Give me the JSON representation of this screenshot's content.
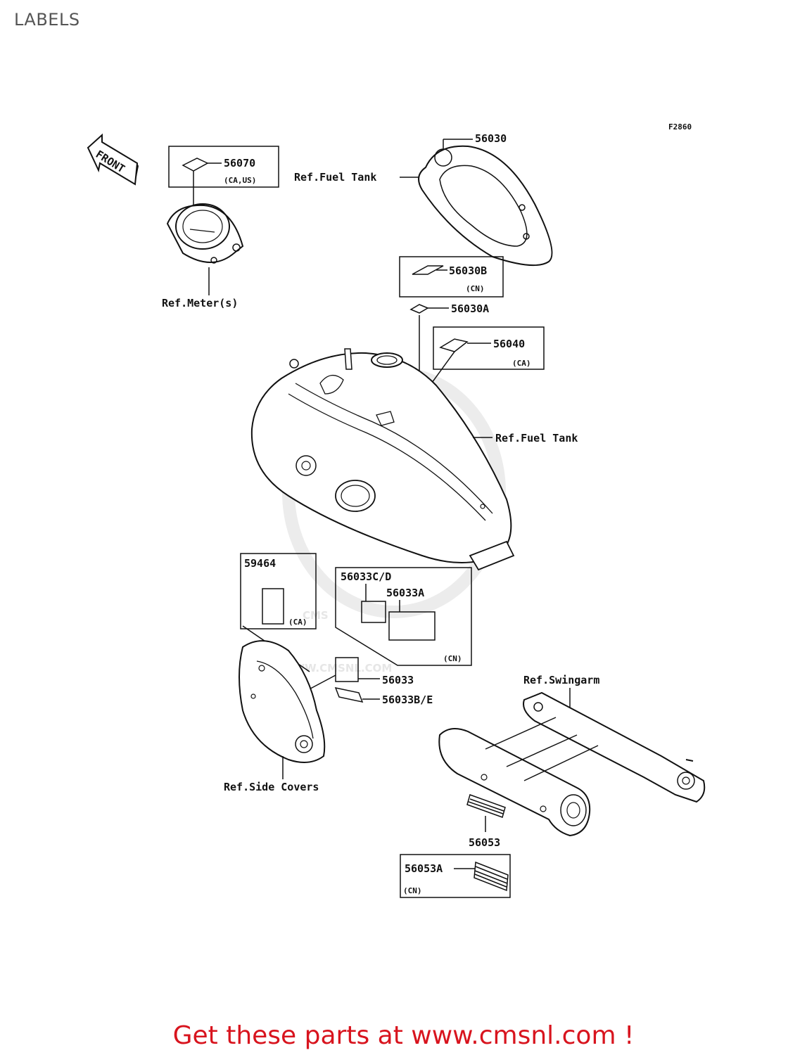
{
  "page": {
    "title": "LABELS"
  },
  "diagram": {
    "figure_code": "F2860",
    "front_label": "FRONT",
    "watermark": {
      "main": "CMS",
      "url": "WWW.CMSNL.COM"
    },
    "parts": {
      "p56070": "56070",
      "p56070_region": "(CA,US)",
      "p56030": "56030",
      "p56030b": "56030B",
      "p56030b_region": "(CN)",
      "p56030a": "56030A",
      "p56040": "56040",
      "p56040_region": "(CA)",
      "p59464": "59464",
      "p59464_region": "(CA)",
      "p56033cd": "56033C/D",
      "p56033a": "56033A",
      "p56033a_region": "(CN)",
      "p56033": "56033",
      "p56033be": "56033B/E",
      "p56053": "56053",
      "p56053a": "56053A",
      "p56053a_region": "(CN)"
    },
    "refs": {
      "fuel_tank_top": "Ref.Fuel Tank",
      "meter": "Ref.Meter(s)",
      "fuel_tank_mid": "Ref.Fuel Tank",
      "swingarm": "Ref.Swingarm",
      "side_covers": "Ref.Side Covers"
    }
  },
  "footer": {
    "text": "Get these parts at www.cmsnl.com !"
  },
  "colors": {
    "footer": "#d8141e",
    "title": "#555555",
    "line": "#111111",
    "watermark": "#e6e6e6"
  }
}
